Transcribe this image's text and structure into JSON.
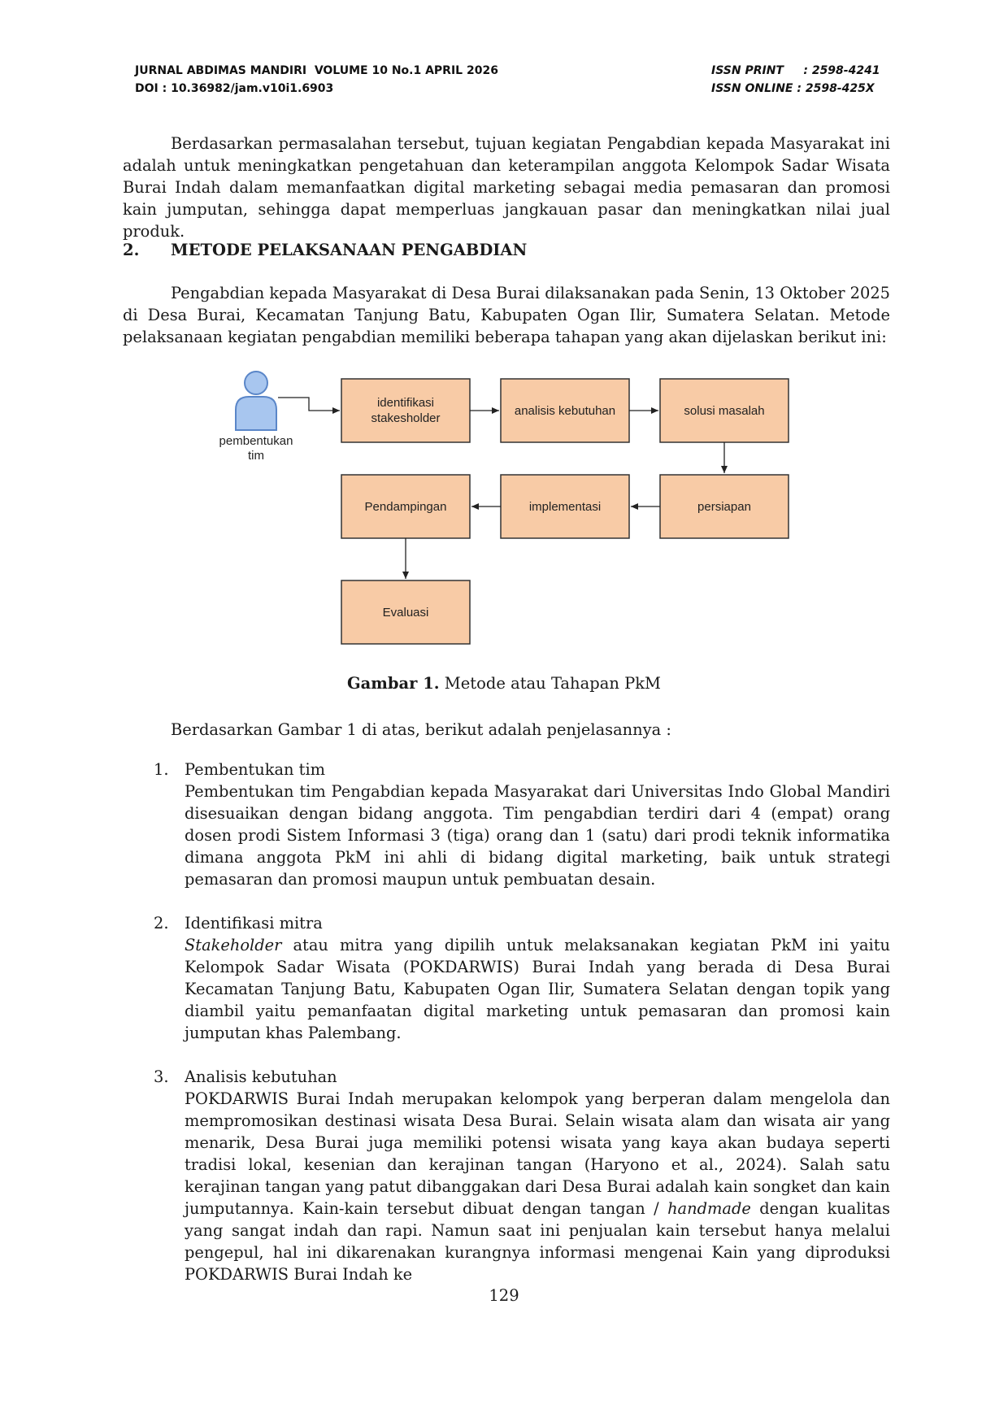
{
  "header": {
    "journal": "JURNAL ABDIMAS MANDIRI  VOLUME 10 No.1 APRIL 2026",
    "doi": "DOI : 10.36982/jam.v10i1.6903",
    "issn_print": "ISSN PRINT     : 2598-4241",
    "issn_online": "ISSN ONLINE : 2598-425X"
  },
  "intro_paragraph": "Berdasarkan permasalahan tersebut, tujuan kegiatan Pengabdian kepada Masyarakat ini adalah untuk meningkatkan pengetahuan dan keterampilan anggota Kelompok Sadar Wisata Burai Indah dalam memanfaatkan digital marketing sebagai media pemasaran dan promosi kain jumputan, sehingga dapat memperluas jangkauan pasar dan meningkatkan nilai jual produk.",
  "section": {
    "number": "2.",
    "title": "METODE PELAKSANAAN PENGABDIAN",
    "paragraph": "Pengabdian kepada Masyarakat di Desa Burai dilaksanakan pada Senin, 13 Oktober 2025 di Desa Burai, Kecamatan Tanjung Batu, Kabupaten Ogan Ilir, Sumatera Selatan. Metode pelaksanaan kegiatan pengabdian memiliki beberapa tahapan yang akan dijelaskan berikut ini:"
  },
  "diagram": {
    "actor_label_1": "pembentukan",
    "actor_label_2": "tim",
    "steps": {
      "identifikasi_1": "identifikasi",
      "identifikasi_2": "stakesholder",
      "analisis": "analisis kebutuhan",
      "solusi": "solusi masalah",
      "persiapan": "persiapan",
      "implementasi": "implementasi",
      "pendampingan": "Pendampingan",
      "evaluasi": "Evaluasi"
    },
    "colors": {
      "box_fill": "#f8cba6",
      "box_stroke": "#333333",
      "actor_fill": "#a8c6ef",
      "actor_stroke": "#5a86c8"
    }
  },
  "caption": {
    "label": "Gambar 1.",
    "text": " Metode atau Tahapan PkM"
  },
  "explanation_intro": "Berdasarkan Gambar 1 di atas, berikut adalah penjelasannya :",
  "list": [
    {
      "num": "1.",
      "title": "Pembentukan tim",
      "body": "Pembentukan tim Pengabdian kepada Masyarakat dari Universitas Indo Global Mandiri disesuaikan dengan bidang anggota. Tim pengabdian terdiri dari 4 (empat) orang dosen prodi Sistem Informasi 3 (tiga) orang dan 1 (satu) dari prodi teknik informatika dimana anggota PkM ini ahli di bidang digital marketing, baik untuk strategi pemasaran dan promosi maupun untuk pembuatan desain."
    },
    {
      "num": "2.",
      "title": "Identifikasi mitra",
      "body_em": "Stakeholder",
      "body": " atau mitra yang dipilih untuk melaksanakan kegiatan PkM ini yaitu Kelompok Sadar Wisata (POKDARWIS) Burai Indah yang berada di Desa Burai Kecamatan Tanjung Batu, Kabupaten Ogan Ilir, Sumatera Selatan dengan topik yang diambil yaitu pemanfaatan digital marketing untuk pemasaran dan promosi kain jumputan khas Palembang."
    },
    {
      "num": "3.",
      "title": "Analisis kebutuhan",
      "body_a": "POKDARWIS Burai Indah merupakan kelompok yang berperan dalam mengelola dan mempromosikan destinasi wisata Desa Burai. Selain wisata alam dan wisata air yang menarik, Desa Burai juga memiliki potensi wisata yang kaya akan budaya seperti tradisi lokal, kesenian dan kerajinan tangan (Haryono et al., 2024). Salah satu kerajinan tangan yang patut dibanggakan dari Desa Burai adalah kain songket dan kain jumputannya. Kain-kain tersebut dibuat dengan tangan / ",
      "body_em": "handmade",
      "body_b": " dengan kualitas yang sangat indah dan rapi. Namun saat ini penjualan kain tersebut hanya melalui pengepul, hal ini dikarenakan kurangnya informasi mengenai Kain yang diproduksi POKDARWIS Burai Indah ke"
    }
  ],
  "page_number": "129"
}
